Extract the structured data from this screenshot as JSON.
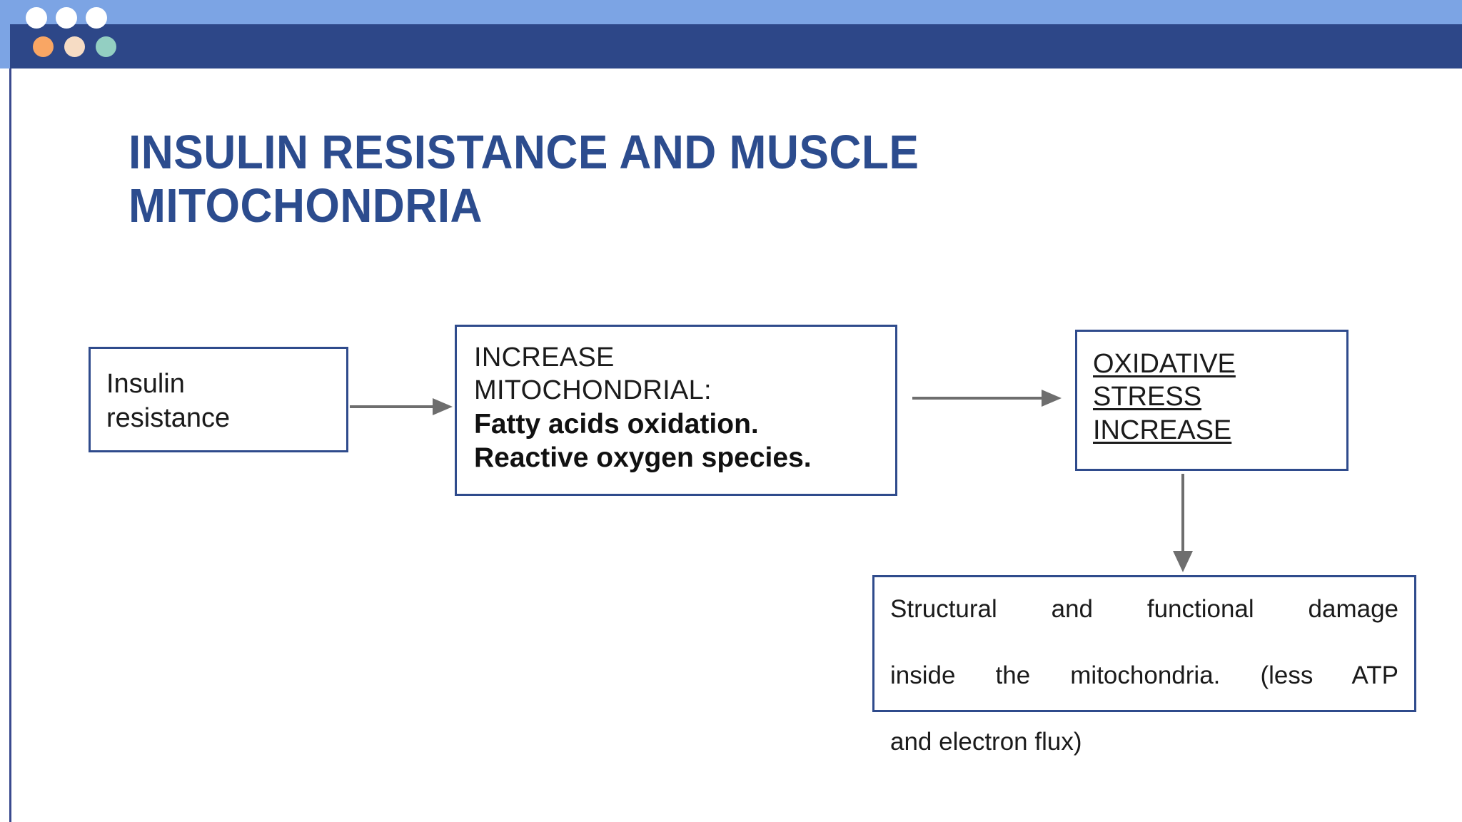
{
  "window": {
    "chrome_dots_top": [
      "white-dot-1",
      "white-dot-2",
      "white-dot-3"
    ],
    "chrome_dots_bar": [
      "orange-dot",
      "peach-dot",
      "teal-dot"
    ],
    "colors": {
      "chrome_top": "#7CA4E4",
      "chrome_bar": "#2D4788",
      "dot_orange": "#F9A664",
      "dot_peach": "#F6DCC4",
      "dot_teal": "#93CFC2",
      "slide_background": "#FFFFFF",
      "title_blue": "#2C4C8E",
      "box_border": "#2F4B8C",
      "arrow_gray": "#6E6E6E",
      "body_text": "#1B1B1B"
    }
  },
  "slide": {
    "title": "INSULIN RESISTANCE AND MUSCLE MITOCHONDRIA",
    "diagram": {
      "type": "flowchart",
      "nodes": [
        {
          "id": "insulin-resistance",
          "text": "Insulin resistance",
          "lines": [
            "Insulin",
            "resistance"
          ],
          "style": "light"
        },
        {
          "id": "increase-mitochondrial",
          "heading_lines": [
            "INCREASE",
            "MITOCHONDRIAL:"
          ],
          "bold_lines": [
            "Fatty acids oxidation.",
            "Reactive oxygen species."
          ],
          "style": "mixed"
        },
        {
          "id": "oxidative-stress-increase",
          "lines": [
            "OXIDATIVE",
            "STRESS",
            "INCREASE"
          ],
          "style": "underlined"
        },
        {
          "id": "structural-damage",
          "text": "Structural and functional damage inside the mitochondria. (less ATP and electron flux)",
          "lines": [
            "Structural and functional damage",
            "inside the mitochondria. (less ATP",
            "and electron flux)"
          ],
          "style": "justified"
        }
      ],
      "edges": [
        {
          "id": "edge-1",
          "from": "insulin-resistance",
          "to": "increase-mitochondrial",
          "direction": "right"
        },
        {
          "id": "edge-2",
          "from": "increase-mitochondrial",
          "to": "oxidative-stress-increase",
          "direction": "right"
        },
        {
          "id": "edge-3",
          "from": "oxidative-stress-increase",
          "to": "structural-damage",
          "direction": "down"
        }
      ]
    }
  }
}
